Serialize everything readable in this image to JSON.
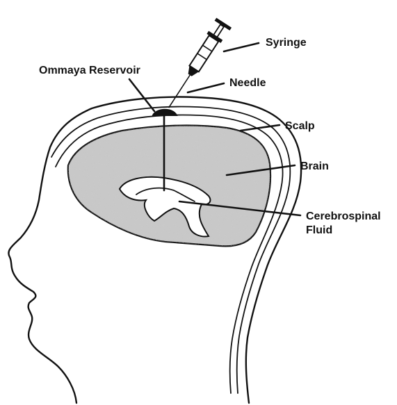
{
  "labels": {
    "syringe": "Syringe",
    "needle": "Needle",
    "ommaya_reservoir": "Ommaya Reservoir",
    "scalp": "Scalp",
    "brain": "Brain",
    "csf_line1": "Cerebrospinal",
    "csf_line2": "Fluid"
  },
  "colors": {
    "ink": "#111111",
    "brain_fill": "#c9c9c9",
    "background": "#ffffff"
  }
}
